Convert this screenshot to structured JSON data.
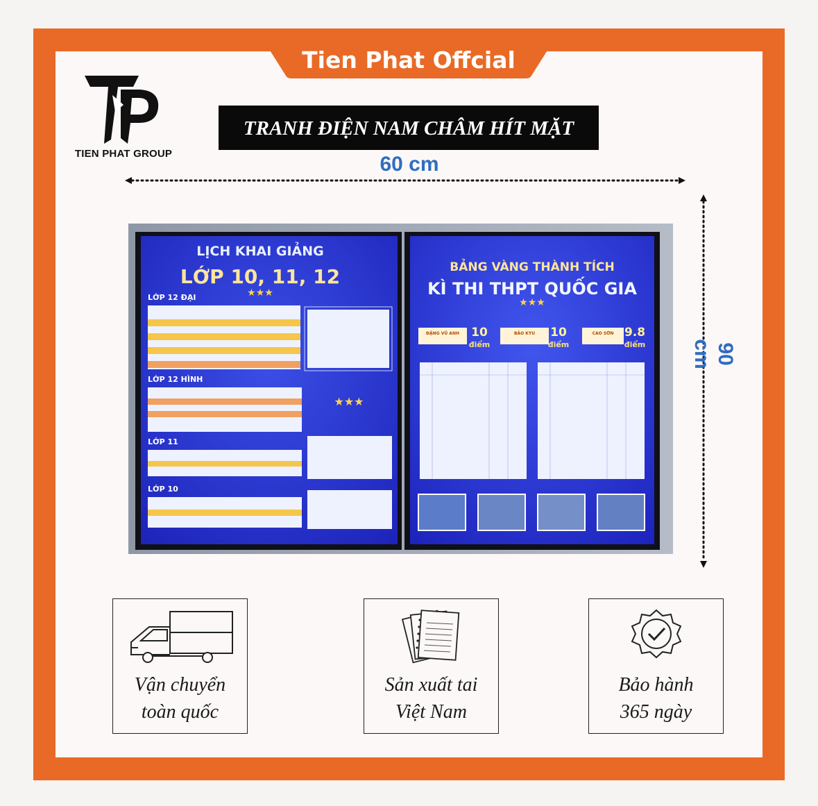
{
  "brand": {
    "banner": "Tien Phat Offcial",
    "logo_monogram": "TP",
    "logo_text": "TIEN PHAT GROUP",
    "accent_color": "#e96a26"
  },
  "product": {
    "title": "TRANH ĐIỆN NAM CHÂM HÍT MẶT",
    "width_label": "60 cm",
    "height_label": "90 cm",
    "dimension_color": "#2f6dc0"
  },
  "photo": {
    "left_panel": {
      "heading": "LỊCH KHAI GIẢNG",
      "subheading": "LỚP 10, 11, 12",
      "sections": [
        "LỚP 12 ĐẠI",
        "LỚP 12 HÌNH",
        "LỚP 11",
        "LỚP 10"
      ]
    },
    "right_panel": {
      "heading": "BẢNG VÀNG THÀNH TÍCH",
      "subheading": "KÌ THI THPT QUỐC GIA",
      "scores": [
        {
          "name": "ĐẶNG VŨ ANH",
          "score": "10",
          "unit": "điểm"
        },
        {
          "name": "BẢO KYU",
          "score": "10",
          "unit": "điểm"
        },
        {
          "name": "CAO SƠN",
          "score": "9.8",
          "unit": "điểm"
        }
      ]
    }
  },
  "features": [
    {
      "icon": "truck-icon",
      "line1": "Vận chuyển",
      "line2": "toàn quốc"
    },
    {
      "icon": "document-icon",
      "line1": "Sản xuất tai",
      "line2": "Việt Nam"
    },
    {
      "icon": "badge-check-icon",
      "line1": "Bảo hành",
      "line2": "365 ngày"
    }
  ]
}
